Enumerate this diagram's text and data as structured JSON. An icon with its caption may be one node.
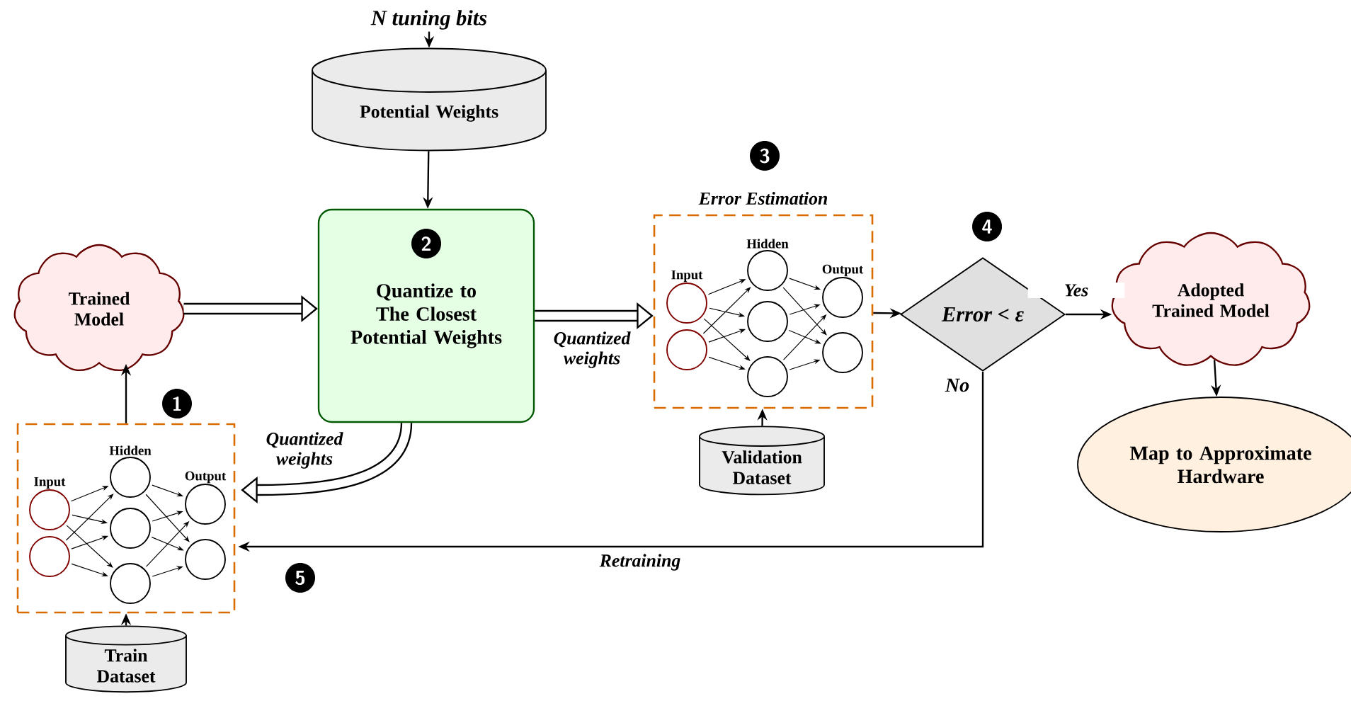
{
  "diagram": {
    "nodes": [
      {
        "text": [
          "Trained Model"
        ]
      },
      {
        "text": [
          "Quantize to The Closest Potential Weights"
        ]
      },
      {
        "text": [
          "Potential Weights"
        ]
      },
      {
        "text": [
          "N tuning bits"
        ]
      },
      {
        "text": [
          "Input",
          "Hidden",
          "Output"
        ]
      },
      {
        "text": [
          "Train Dataset"
        ]
      },
      {
        "text": [
          "Error Estimation",
          "Input",
          "Hidden",
          "Output"
        ]
      },
      {
        "text": [
          "Validation Dataset"
        ]
      },
      {
        "text": [
          "Error < ε"
        ]
      },
      {
        "text": [
          "Adopted Trained Model"
        ]
      },
      {
        "text": [
          "Map to Approximate Hardware"
        ]
      }
    ],
    "edges": [
      {
        "from": 3,
        "to": 2,
        "arrow": "to"
      },
      {
        "from": 2,
        "to": 1,
        "arrow": "to"
      },
      {
        "from": 0,
        "to": 1,
        "arrow": "to",
        "style": "thick"
      },
      {
        "from": 4,
        "to": 0,
        "arrow": "to"
      },
      {
        "from": 1,
        "to": 6,
        "arrow": "to",
        "style": "thick",
        "label": "Quantized weights"
      },
      {
        "from": 1,
        "to": 4,
        "arrow": "to",
        "style": "thick",
        "label": "Quantized weights"
      },
      {
        "from": 5,
        "to": 4,
        "arrow": "to"
      },
      {
        "from": 7,
        "to": 6,
        "arrow": "to"
      },
      {
        "from": 6,
        "to": 8,
        "arrow": "to"
      },
      {
        "from": 8,
        "to": 9,
        "arrow": "to",
        "label": "Yes"
      },
      {
        "from": 8,
        "to": 4,
        "arrow": "to",
        "label": "Retraining"
      },
      {
        "from": 9,
        "to": 10,
        "arrow": "to"
      }
    ],
    "labels": [
      "1",
      "2",
      "3",
      "4",
      "5",
      "No"
    ]
  }
}
